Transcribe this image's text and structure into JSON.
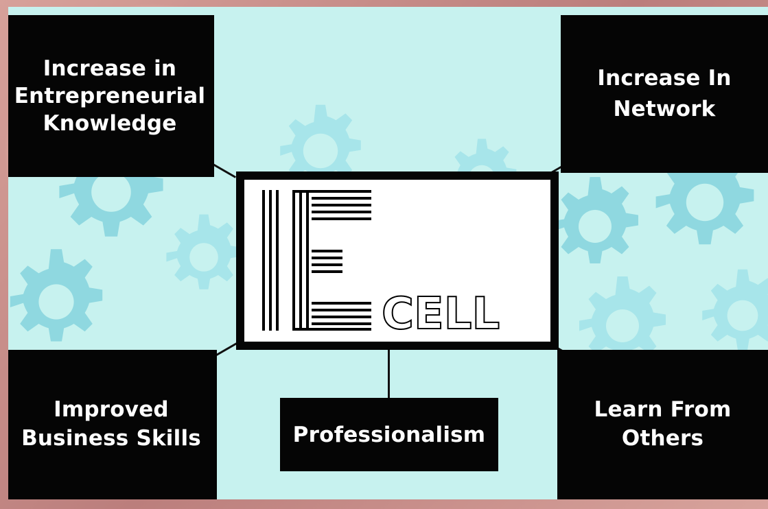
{
  "center_logo": {
    "letter": "E",
    "word": "CELL"
  },
  "boxes": {
    "top_left": "Increase in\nEntrepreneurial\nKnowledge",
    "top_right": "Increase In\nNetwork",
    "bottom_left": "Improved\nBusiness Skills",
    "bottom_center": "Professionalism",
    "bottom_right": "Learn From\nOthers"
  },
  "colors": {
    "background_panel": "#c7f2ef",
    "gear": "#8fd8e0",
    "box": "#050505",
    "text": "#ffffff"
  }
}
